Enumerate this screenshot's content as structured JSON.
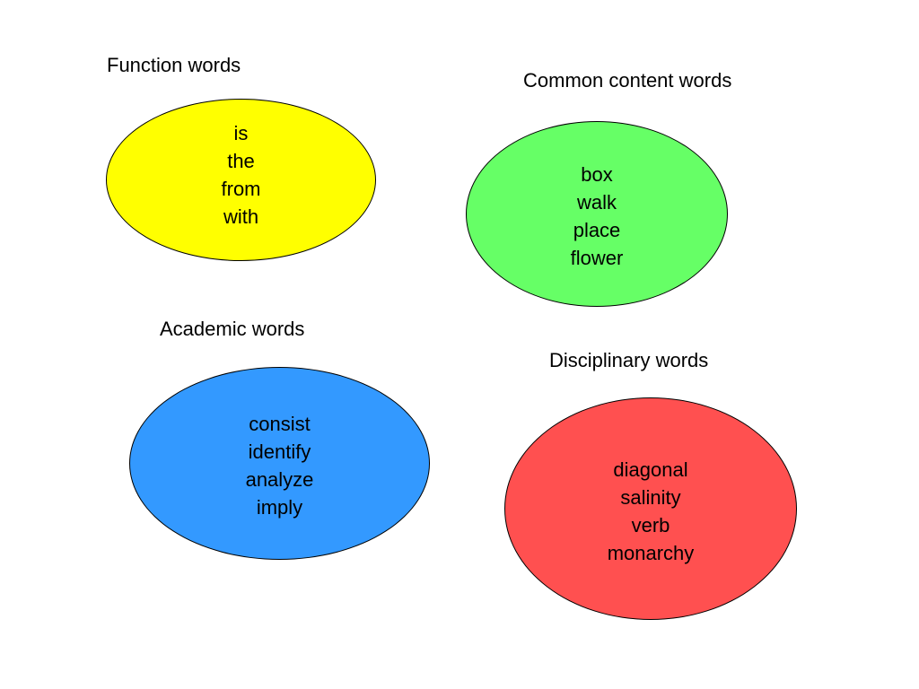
{
  "groups": [
    {
      "title": "Function words",
      "color": "#FFFF00",
      "words": [
        "is",
        "the",
        "from",
        "with"
      ]
    },
    {
      "title": "Common content words",
      "color": "#66FF66",
      "words": [
        "box",
        "walk",
        "place",
        "flower"
      ]
    },
    {
      "title": "Academic words",
      "color": "#3399FF",
      "words": [
        "consist",
        "identify",
        "analyze",
        "imply"
      ]
    },
    {
      "title": "Disciplinary words",
      "color": "#FF5050",
      "words": [
        "diagonal",
        "salinity",
        "verb",
        "monarchy"
      ]
    }
  ]
}
